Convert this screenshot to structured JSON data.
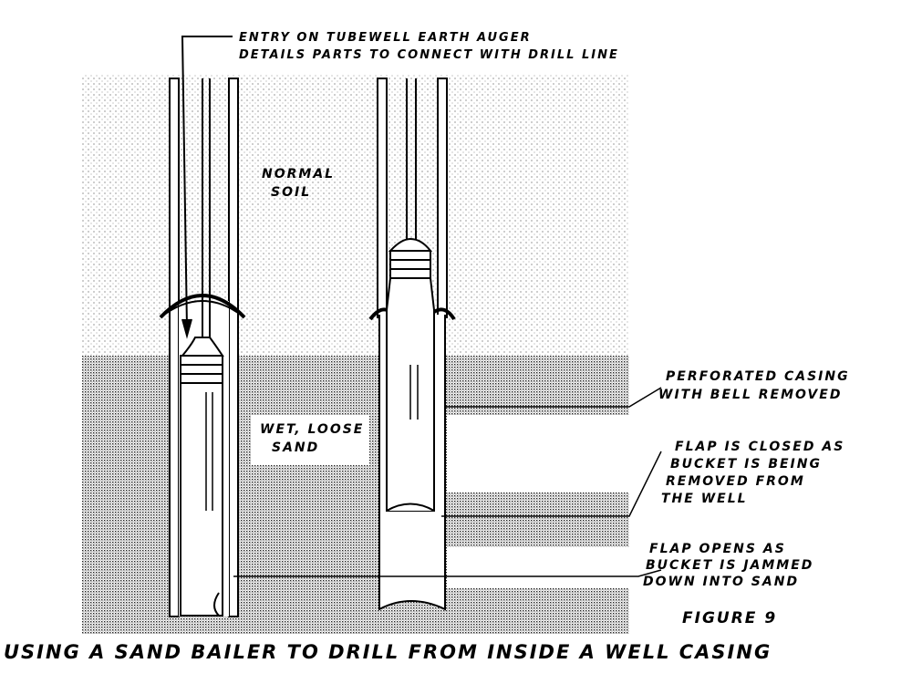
{
  "labels": {
    "entry_line1": "ENTRY ON TUBEWELL EARTH AUGER",
    "entry_line2": "DETAILS PARTS TO CONNECT WITH DRILL LINE",
    "normal_soil_1": "NORMAL",
    "normal_soil_2": "SOIL",
    "wet_sand_1": "WET, LOOSE",
    "wet_sand_2": "SAND",
    "perforated_1": "PERFORATED CASING",
    "perforated_2": "WITH BELL REMOVED",
    "flap_closed_1": "FLAP IS CLOSED AS",
    "flap_closed_2": "BUCKET IS BEING",
    "flap_closed_3": "REMOVED FROM",
    "flap_closed_4": "THE WELL",
    "flap_opens_1": "FLAP OPENS AS",
    "flap_opens_2": "BUCKET IS JAMMED",
    "flap_opens_3": "DOWN INTO SAND",
    "figure": "FIGURE 9",
    "caption": "USING A SAND BAILER TO DRILL FROM INSIDE A WELL CASING"
  }
}
